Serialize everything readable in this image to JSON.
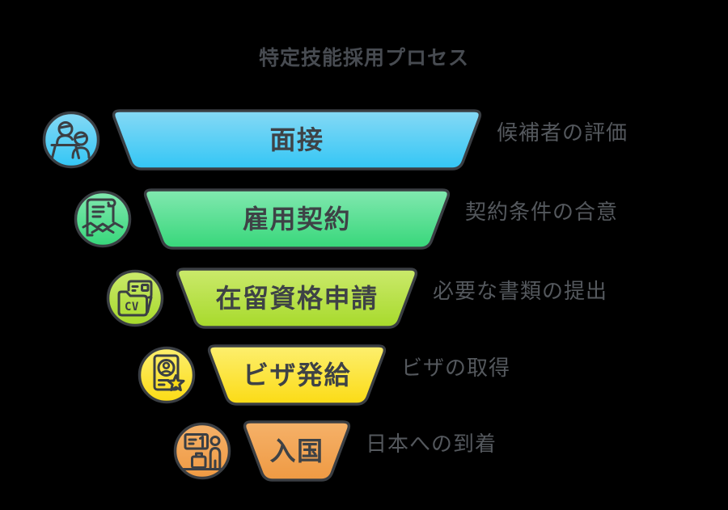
{
  "title": "特定技能採用プロセス",
  "colors": {
    "background": "#000000",
    "outline": "#3a3e43",
    "title_text": "#474b51",
    "stage_label_text": "#3e4246",
    "annotation_text": "#54585d"
  },
  "stages": [
    {
      "label": "面接",
      "annotation": "候補者の評価",
      "icon": "interview-icon",
      "color_top": "#86d9f5",
      "color_bottom": "#33c6f5"
    },
    {
      "label": "雇用契約",
      "annotation": "契約条件の合意",
      "icon": "contract-icon",
      "color_top": "#82e8b0",
      "color_bottom": "#37d77a"
    },
    {
      "label": "在留資格申請",
      "annotation": "必要な書類の提出",
      "icon": "cv-folder-icon",
      "color_top": "#cbe96c",
      "color_bottom": "#a7da2b"
    },
    {
      "label": "ビザ発給",
      "annotation": "ビザの取得",
      "icon": "visa-icon",
      "color_top": "#fdef6f",
      "color_bottom": "#fbdb15"
    },
    {
      "label": "入国",
      "annotation": "日本への到着",
      "icon": "arrival-icon",
      "color_top": "#f5b169",
      "color_bottom": "#ef9a43"
    }
  ]
}
